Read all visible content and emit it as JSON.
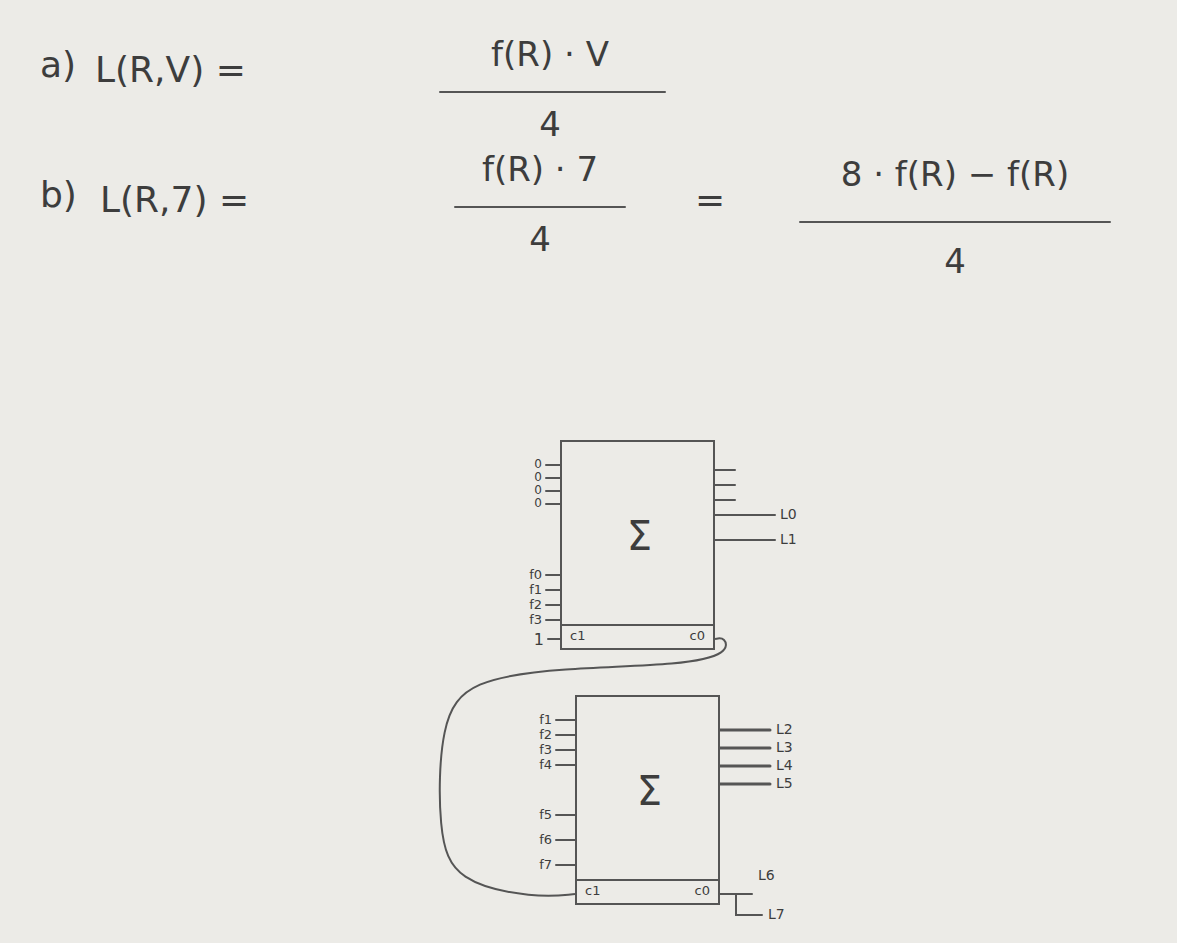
{
  "diagram": {
    "nodes": [
      {
        "text": [
          "Σ",
          "c1",
          "c0"
        ]
      },
      {
        "text": [
          "Σ",
          "c1",
          "c0"
        ]
      }
    ],
    "edges": [
      {
        "from": 0,
        "to": 1,
        "arrow": "none"
      }
    ],
    "labels": [
      "a)",
      "L(R,V) =",
      "f(R) · V",
      "4",
      "b)",
      "L(R,7) =",
      "f(R) · 7",
      "4",
      "=",
      "8 · f(R) − f(R)",
      "4",
      "0",
      "0",
      "0",
      "0",
      "f0",
      "f1",
      "f2",
      "f3",
      "1",
      "L0",
      "L1",
      "f1",
      "f2",
      "f3",
      "f4",
      "f5",
      "f6",
      "f7",
      "L2",
      "L3",
      "L4",
      "L5",
      "L6",
      "L7"
    ]
  }
}
